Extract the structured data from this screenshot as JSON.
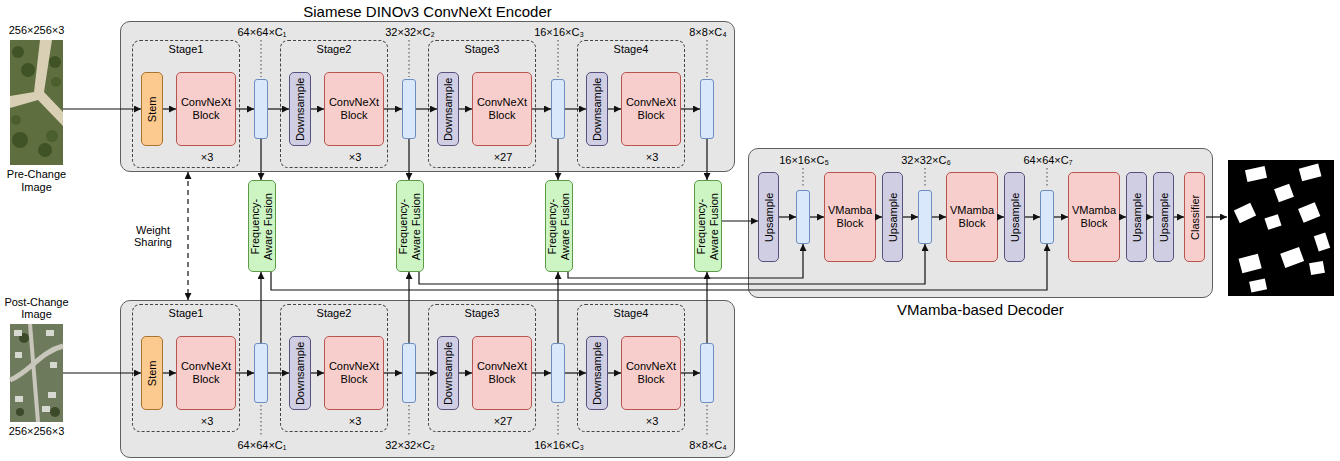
{
  "diagram": {
    "nodes": [
      {
        "text": [
          "256×256×3",
          "Pre-Change Image"
        ]
      },
      {
        "text": [
          "Siamese DINOv3 ConvNeXt Encoder"
        ]
      },
      {
        "text": [
          "Stage1",
          "×3"
        ],
        "in": 1
      },
      {
        "text": [
          "Stem"
        ],
        "in": 2
      },
      {
        "text": [
          "ConvNeXt Block"
        ],
        "in": 2
      },
      {
        "text": [
          "64×64×C₁"
        ],
        "in": 1
      },
      {
        "text": [
          "Stage2",
          "×3"
        ],
        "in": 1
      },
      {
        "text": [
          "Downsample"
        ],
        "in": 6
      },
      {
        "text": [
          "ConvNeXt Block"
        ],
        "in": 6
      },
      {
        "text": [
          "32×32×C₂"
        ],
        "in": 1
      },
      {
        "text": [
          "Stage3",
          "×27"
        ],
        "in": 1
      },
      {
        "text": [
          "Downsample"
        ],
        "in": 10
      },
      {
        "text": [
          "ConvNeXt Block"
        ],
        "in": 10
      },
      {
        "text": [
          "16×16×C₃"
        ],
        "in": 1
      },
      {
        "text": [
          "Stage4",
          "×3"
        ],
        "in": 1
      },
      {
        "text": [
          "Downsample"
        ],
        "in": 14
      },
      {
        "text": [
          "ConvNeXt Block"
        ],
        "in": 14
      },
      {
        "text": [
          "8×8×C₄"
        ],
        "in": 1
      },
      {
        "text": [
          "Frequency-Aware Fusion"
        ]
      },
      {
        "text": [
          "Frequency-Aware Fusion"
        ]
      },
      {
        "text": [
          "Frequency-Aware Fusion"
        ]
      },
      {
        "text": [
          "Frequency-Aware Fusion"
        ]
      },
      {
        "text": [
          "VMamba-based Decoder"
        ]
      },
      {
        "text": [
          "Upsample"
        ],
        "in": 22
      },
      {
        "text": [
          "16×16×C₅"
        ],
        "in": 22
      },
      {
        "text": [
          "VMamba Block"
        ],
        "in": 22
      },
      {
        "text": [
          "Upsample"
        ],
        "in": 22
      },
      {
        "text": [
          "32×32×C₆"
        ],
        "in": 22
      },
      {
        "text": [
          "VMamba Block"
        ],
        "in": 22
      },
      {
        "text": [
          "Upsample"
        ],
        "in": 22
      },
      {
        "text": [
          "64×64×C₇"
        ],
        "in": 22
      },
      {
        "text": [
          "VMamba Block"
        ],
        "in": 22
      },
      {
        "text": [
          "Upsample"
        ],
        "in": 22
      },
      {
        "text": [
          "Upsample"
        ],
        "in": 22
      },
      {
        "text": [
          "Classifier"
        ],
        "in": 22
      },
      {
        "text": [
          "Post-Change Image",
          "256×256×3"
        ]
      },
      {
        "text": []
      },
      {
        "text": [
          "Stage1",
          "×3"
        ],
        "in": 36
      },
      {
        "text": [
          "Stem"
        ],
        "in": 37
      },
      {
        "text": [
          "ConvNeXt Block"
        ],
        "in": 37
      },
      {
        "text": [
          "64×64×C₁"
        ],
        "in": 36
      },
      {
        "text": [
          "Stage2",
          "×3"
        ],
        "in": 36
      },
      {
        "text": [
          "Downsample"
        ],
        "in": 41
      },
      {
        "text": [
          "ConvNeXt Block"
        ],
        "in": 41
      },
      {
        "text": [
          "32×32×C₂"
        ],
        "in": 36
      },
      {
        "text": [
          "Stage3",
          "×27"
        ],
        "in": 36
      },
      {
        "text": [
          "Downsample"
        ],
        "in": 45
      },
      {
        "text": [
          "ConvNeXt Block"
        ],
        "in": 45
      },
      {
        "text": [
          "16×16×C₃"
        ],
        "in": 36
      },
      {
        "text": [
          "Stage4",
          "×3"
        ],
        "in": 36
      },
      {
        "text": [
          "Downsample"
        ],
        "in": 49
      },
      {
        "text": [
          "ConvNeXt Block"
        ],
        "in": 49
      },
      {
        "text": [
          "8×8×C₄"
        ],
        "in": 36
      }
    ],
    "edges": [
      {
        "from": 0,
        "to": 3,
        "arrow": "to"
      },
      {
        "from": 3,
        "to": 4,
        "arrow": "to"
      },
      {
        "from": 4,
        "to": 5,
        "arrow": "to"
      },
      {
        "from": 5,
        "to": 7,
        "arrow": "to"
      },
      {
        "from": 7,
        "to": 8,
        "arrow": "to"
      },
      {
        "from": 8,
        "to": 9,
        "arrow": "to"
      },
      {
        "from": 9,
        "to": 11,
        "arrow": "to"
      },
      {
        "from": 11,
        "to": 12,
        "arrow": "to"
      },
      {
        "from": 12,
        "to": 13,
        "arrow": "to"
      },
      {
        "from": 13,
        "to": 15,
        "arrow": "to"
      },
      {
        "from": 15,
        "to": 16,
        "arrow": "to"
      },
      {
        "from": 16,
        "to": 17,
        "arrow": "to"
      },
      {
        "from": 5,
        "to": 18,
        "arrow": "to"
      },
      {
        "from": 9,
        "to": 19,
        "arrow": "to"
      },
      {
        "from": 13,
        "to": 20,
        "arrow": "to"
      },
      {
        "from": 17,
        "to": 21,
        "arrow": "to"
      },
      {
        "from": 35,
        "to": 38,
        "arrow": "to"
      },
      {
        "from": 38,
        "to": 39,
        "arrow": "to"
      },
      {
        "from": 39,
        "to": 40,
        "arrow": "to"
      },
      {
        "from": 40,
        "to": 42,
        "arrow": "to"
      },
      {
        "from": 42,
        "to": 43,
        "arrow": "to"
      },
      {
        "from": 43,
        "to": 44,
        "arrow": "to"
      },
      {
        "from": 44,
        "to": 46,
        "arrow": "to"
      },
      {
        "from": 46,
        "to": 47,
        "arrow": "to"
      },
      {
        "from": 47,
        "to": 48,
        "arrow": "to"
      },
      {
        "from": 48,
        "to": 50,
        "arrow": "to"
      },
      {
        "from": 50,
        "to": 51,
        "arrow": "to"
      },
      {
        "from": 51,
        "to": 52,
        "arrow": "to"
      },
      {
        "from": 40,
        "to": 18,
        "arrow": "to"
      },
      {
        "from": 44,
        "to": 19,
        "arrow": "to"
      },
      {
        "from": 48,
        "to": 20,
        "arrow": "to"
      },
      {
        "from": 52,
        "to": 21,
        "arrow": "to"
      },
      {
        "from": 21,
        "to": 23,
        "arrow": "to"
      },
      {
        "from": 20,
        "to": 24,
        "arrow": "to"
      },
      {
        "from": 19,
        "to": 27,
        "arrow": "to"
      },
      {
        "from": 18,
        "to": 30,
        "arrow": "to"
      },
      {
        "from": 23,
        "to": 24,
        "arrow": "to"
      },
      {
        "from": 24,
        "to": 25,
        "arrow": "to"
      },
      {
        "from": 25,
        "to": 26,
        "arrow": "to"
      },
      {
        "from": 26,
        "to": 27,
        "arrow": "to"
      },
      {
        "from": 27,
        "to": 28,
        "arrow": "to"
      },
      {
        "from": 28,
        "to": 29,
        "arrow": "to"
      },
      {
        "from": 29,
        "to": 30,
        "arrow": "to"
      },
      {
        "from": 30,
        "to": 31,
        "arrow": "to"
      },
      {
        "from": 31,
        "to": 32,
        "arrow": "to"
      },
      {
        "from": 32,
        "to": 33,
        "arrow": "to"
      },
      {
        "from": 33,
        "to": 34,
        "arrow": "to"
      },
      {
        "from": 1,
        "to": 36,
        "label": "Weight Sharing",
        "arrow": "both"
      }
    ]
  }
}
